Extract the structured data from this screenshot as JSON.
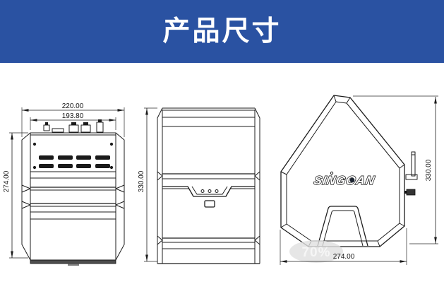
{
  "header": {
    "title": "产品尺寸",
    "bg_color": "#2a52a2",
    "text_color": "#ffffff"
  },
  "views": {
    "front": {
      "dim_width_outer": "220.00",
      "dim_width_inner": "193.80",
      "dim_height": "274.00"
    },
    "side": {
      "dim_height": "330.00"
    },
    "octagon": {
      "logo": "SINGOAN",
      "dim_height": "330.00",
      "dim_width": "274.00"
    }
  },
  "watermark": {
    "text": "70%"
  },
  "colors": {
    "banner": "#2a52a2",
    "line": "#1c1c1c",
    "background": "#ffffff"
  }
}
